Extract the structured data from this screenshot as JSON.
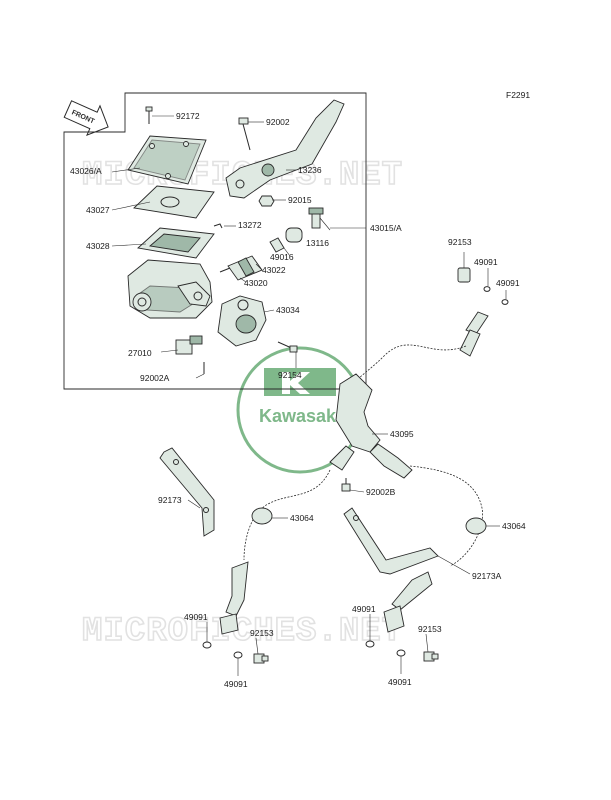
{
  "figure_code": "F2291",
  "front_arrow_label": "FRONT",
  "watermark_text": "MICROFICHES.NET",
  "logo_text": "Kawasaki",
  "colors": {
    "accent": "#2e7d3b",
    "logo_ring": "#7fb88a",
    "watermark": "#e2e2e2"
  },
  "labels": {
    "p92172": "92172",
    "p92002": "92002",
    "p43026a": "43026/A",
    "p13236": "13236",
    "p43027": "43027",
    "p92015": "92015",
    "p43028": "43028",
    "p13272": "13272",
    "p13116": "13116",
    "p43015a": "43015/A",
    "p49016": "49016",
    "p43022": "43022",
    "p43020": "43020",
    "p92153_top": "92153",
    "p49091_top1": "49091",
    "p49091_top2": "49091",
    "p43034": "43034",
    "p27010": "27010",
    "p92154": "92154",
    "p92002a": "92002A",
    "p43095": "43095",
    "p92173": "92173",
    "p92002b": "92002B",
    "p43064_left": "43064",
    "p43064_right": "43064",
    "p92173a": "92173A",
    "p49091_bl": "49091",
    "p92153_bl": "92153",
    "p49091_bl2": "49091",
    "p49091_br": "49091",
    "p92153_br": "92153",
    "p49091_br2": "49091"
  }
}
